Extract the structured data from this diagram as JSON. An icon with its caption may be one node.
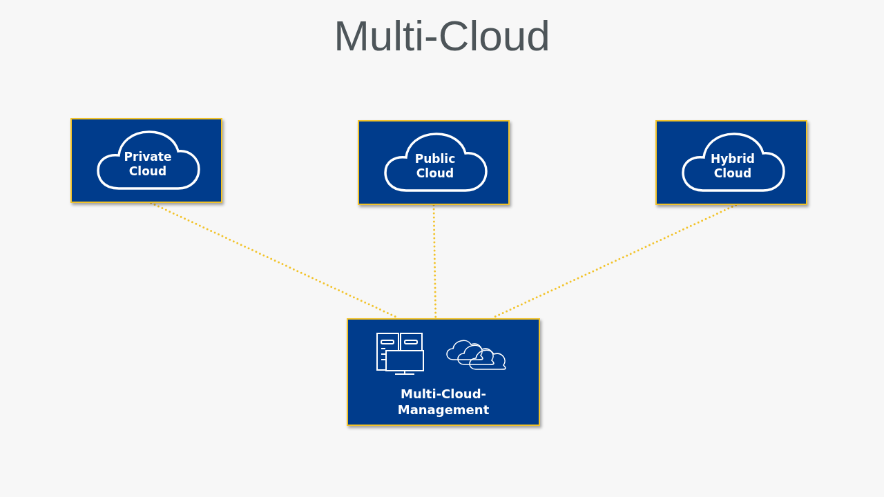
{
  "diagram": {
    "title": "Multi-Cloud",
    "nodes": [
      {
        "text": [
          "Private Cloud"
        ]
      },
      {
        "text": [
          "Public Cloud"
        ]
      },
      {
        "text": [
          "Hybrid Cloud"
        ]
      },
      {
        "text": [
          "Multi-Cloud-Management"
        ]
      }
    ],
    "edges": [
      {
        "from": 0,
        "to": 3,
        "arrow": "none",
        "style": "dashed"
      },
      {
        "from": 1,
        "to": 3,
        "arrow": "none",
        "style": "dashed"
      },
      {
        "from": 2,
        "to": 3,
        "arrow": "none",
        "style": "dashed"
      }
    ]
  }
}
